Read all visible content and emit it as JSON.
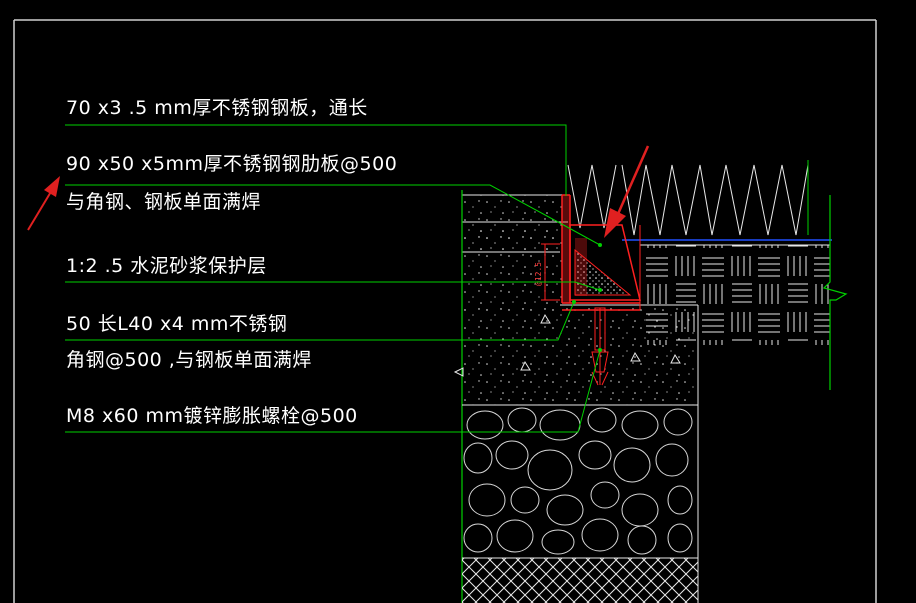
{
  "annotations": [
    {
      "id": "plate",
      "lines": [
        "70 x3 .5 mm厚不锈钢钢板，通长"
      ]
    },
    {
      "id": "rib",
      "lines": [
        "90 x50 x5mm厚不锈钢钢肋板@500",
        "与角钢、钢板单面满焊"
      ]
    },
    {
      "id": "mortar",
      "lines": [
        "1:2 .5 水泥砂浆保护层"
      ]
    },
    {
      "id": "angle",
      "lines": [
        "50 长L40 x4 mm不锈钢",
        "角钢@500 ,与钢板单面满焊"
      ]
    },
    {
      "id": "bolt",
      "lines": [
        "M8 x60 mm镀锌膨胀螺栓@500"
      ]
    }
  ],
  "dimension_label": "@12.5",
  "colors": {
    "background": "#000000",
    "leader": "#00d000",
    "outline": "#ffffff",
    "hatch": "#e8e8e8",
    "gravel": "#d8d8d8",
    "steel": "#ff2020",
    "arrow": "#e02020",
    "waterline": "#2050ff",
    "frame": "#d0d0d0"
  }
}
